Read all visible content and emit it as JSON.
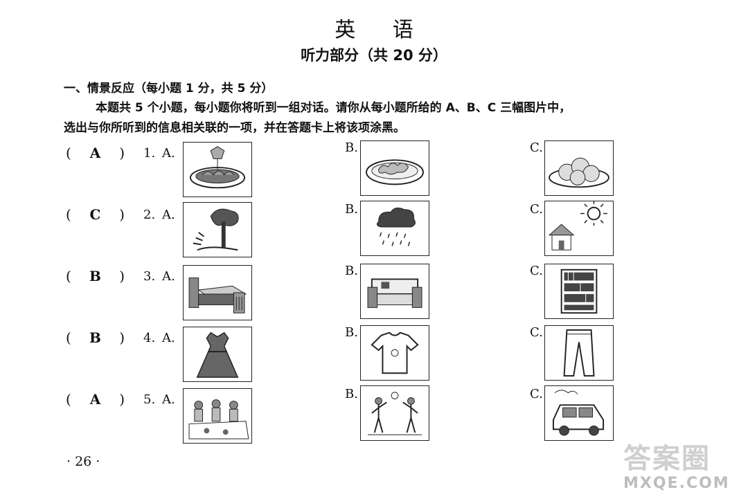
{
  "header": {
    "title": "英 语",
    "subtitle": "听力部分（共 20 分）"
  },
  "section": {
    "heading": "一、情景反应（每小题 1 分，共 5 分）",
    "instruction_line1": "本题共 5 个小题，每小题你将听到一组对话。请你从每小题所给的 A、B、C 三幅图片中，",
    "instruction_line2": "选出与你所听到的信息相关联的一项，并在答题卡上将该项涂黑。"
  },
  "labels": {
    "paren_open": "(",
    "paren_close": ")",
    "opt_a": "A.",
    "opt_b": "B.",
    "opt_c": "C."
  },
  "questions": [
    {
      "number": "1.",
      "answer": "A",
      "images": [
        "dumplings-plate-icon",
        "chicken-plate-icon",
        "buns-plate-icon"
      ]
    },
    {
      "number": "2.",
      "answer": "C",
      "images": [
        "windy-tree-icon",
        "rain-cloud-icon",
        "sunny-house-icon"
      ]
    },
    {
      "number": "3.",
      "answer": "B",
      "images": [
        "bed-icon",
        "sofa-icon",
        "bookcase-icon"
      ]
    },
    {
      "number": "4.",
      "answer": "B",
      "images": [
        "dress-icon",
        "tshirt-icon",
        "trousers-icon"
      ]
    },
    {
      "number": "5.",
      "answer": "A",
      "images": [
        "picnic-icon",
        "playing-ball-icon",
        "car-trip-icon"
      ]
    }
  ],
  "footer": {
    "page_number": "· 26 ·",
    "watermark_top": "答案圈",
    "watermark_bottom": "MXQE.COM"
  }
}
